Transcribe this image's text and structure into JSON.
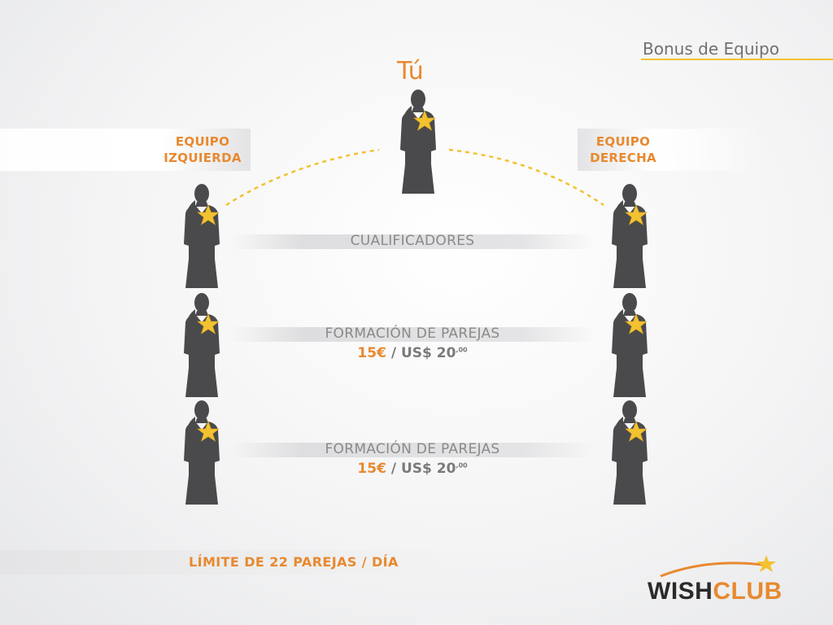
{
  "header": {
    "title": "Bonus de Equipo"
  },
  "top": {
    "label": "Tú"
  },
  "teams": {
    "left": {
      "line1": "EQUIPO",
      "line2": "IZQUIERDA"
    },
    "right": {
      "line1": "EQUIPO",
      "line2": "DERECHA"
    }
  },
  "rows": [
    {
      "label": "CUALIFICADORES"
    },
    {
      "label": "FORMACIÓN DE PAREJAS",
      "price_eur": "15€",
      "price_sep": " / US$ 20",
      "price_cents": ",00"
    },
    {
      "label": "FORMACIÓN DE PAREJAS",
      "price_eur": "15€",
      "price_sep": " / US$ 20",
      "price_cents": ",00"
    }
  ],
  "footer": {
    "limit": "LÍMITE DE 22 PAREJAS / DÍA"
  },
  "logo": {
    "part1": "WISH",
    "part2": "CLUB"
  },
  "colors": {
    "accent": "#e8892f",
    "star": "#f2c230",
    "silhouette": "#4a4a4c"
  },
  "icons": [
    "person-silhouette-icon",
    "star-icon",
    "logo-swoosh-icon"
  ]
}
